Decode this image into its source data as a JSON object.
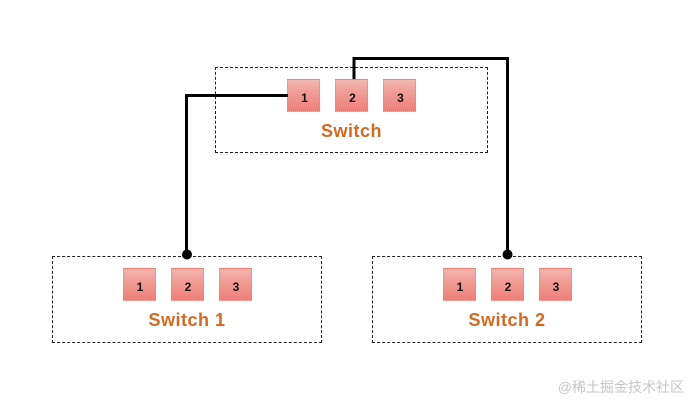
{
  "diagram": {
    "switches": [
      {
        "id": "switch-top",
        "label": "Switch",
        "ports": [
          "1",
          "2",
          "3"
        ]
      },
      {
        "id": "switch-1",
        "label": "Switch 1",
        "ports": [
          "1",
          "2",
          "3"
        ]
      },
      {
        "id": "switch-2",
        "label": "Switch 2",
        "ports": [
          "1",
          "2",
          "3"
        ]
      }
    ],
    "connections": [
      {
        "from": "Switch port 1",
        "to": "Switch 1 top edge"
      },
      {
        "from": "Switch port 2",
        "to": "Switch 2 top edge"
      }
    ],
    "colors": {
      "port_gradient_top": "#f4b4ae",
      "port_gradient_bottom": "#ee7f78",
      "label_orange": "#d2691e",
      "wire_black": "#000000",
      "dashed_border": "#222222",
      "watermark_gray": "#c6c6c6"
    }
  },
  "watermark": "@稀土掘金技术社区"
}
